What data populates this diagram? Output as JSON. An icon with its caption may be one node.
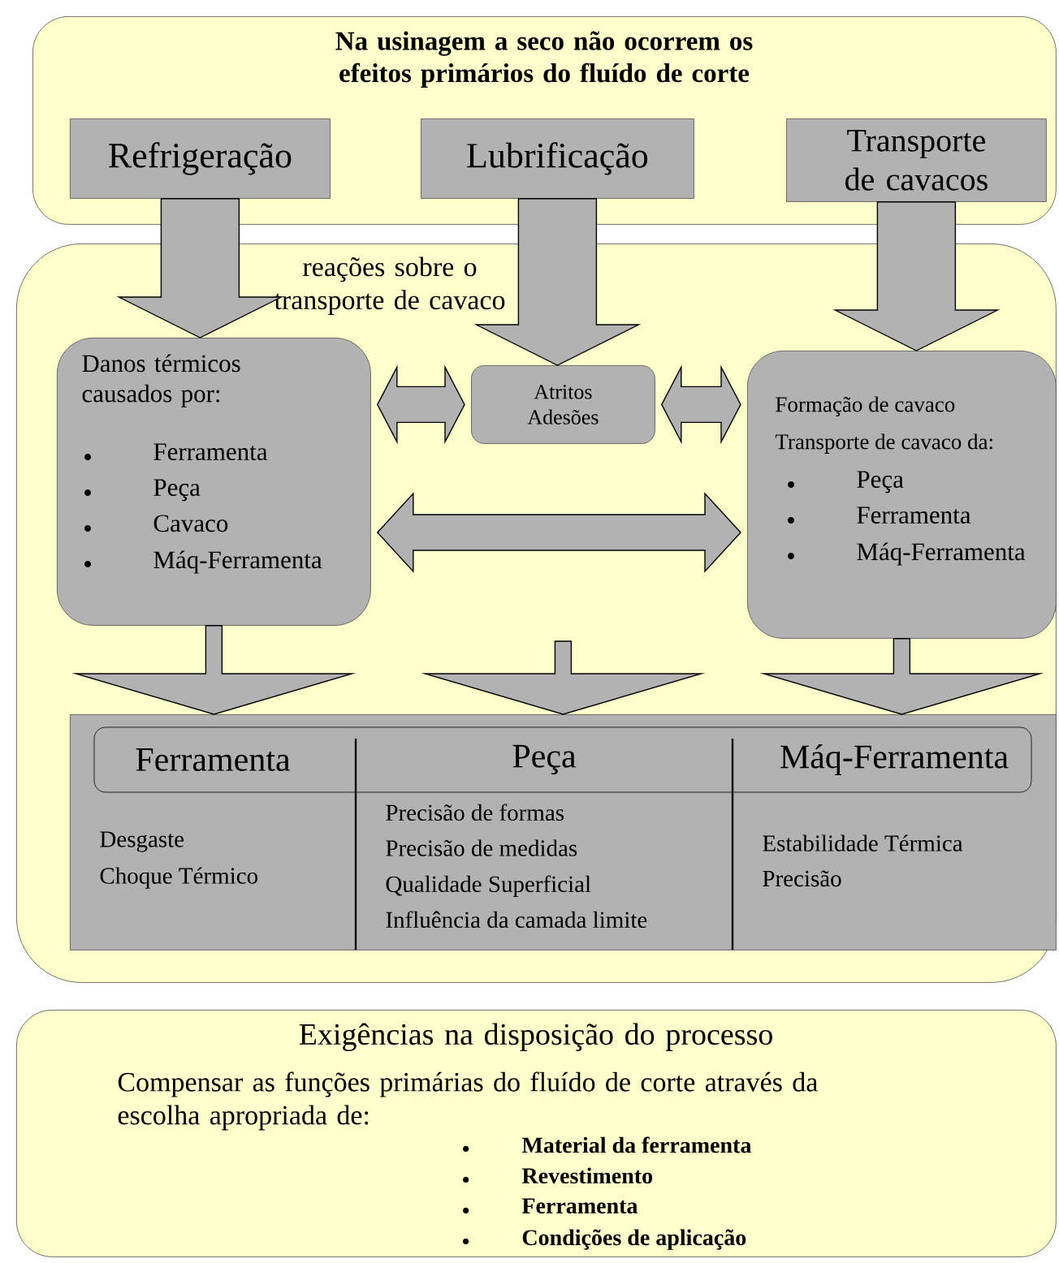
{
  "diagram": {
    "nodes": [
      {
        "text": [
          "Na usinagem a seco não ocorrem os efeitos primários do fluído de corte"
        ]
      },
      {
        "text": [
          "Refrigeração"
        ],
        "in": 0
      },
      {
        "text": [
          "Lubrificação"
        ],
        "in": 0
      },
      {
        "text": [
          "Transporte de cavacos"
        ],
        "in": 0
      },
      {
        "text": [
          "reações sobre o transporte de cavaco"
        ]
      },
      {
        "text": [
          "Danos térmicos causados por:",
          "Ferramenta",
          "Peça",
          "Cavaco",
          "Máq-Ferramenta"
        ],
        "in": 4
      },
      {
        "text": [
          "Atritos Adesões"
        ],
        "in": 4
      },
      {
        "text": [
          "Formação de cavaco",
          "Transporte de cavaco da:",
          "Peça",
          "Ferramenta",
          "Máq-Ferramenta"
        ],
        "in": 4
      },
      {
        "text": [
          "Ferramenta",
          "Peça",
          "Máq-Ferramenta",
          "Desgaste",
          "Choque Térmico",
          "Precisão de formas",
          "Precisão de medidas",
          "Qualidade Superficial",
          "Influência da camada limite",
          "Estabilidade Térmica",
          "Precisão"
        ],
        "in": 4
      },
      {
        "text": [
          "Exigências na disposição do processo",
          "Compensar as funções primárias do fluído de corte através da escolha apropriada de:",
          "Material da ferramenta",
          "Revestimento",
          "Ferramenta",
          "Condições de aplicação"
        ]
      }
    ],
    "edges": [
      {
        "from": 1,
        "to": 5,
        "arrow": "to",
        "style": "thick"
      },
      {
        "from": 2,
        "to": 6,
        "arrow": "to",
        "style": "thick"
      },
      {
        "from": 3,
        "to": 7,
        "arrow": "to",
        "style": "thick"
      },
      {
        "from": 5,
        "to": 6,
        "arrow": "both",
        "style": "thick"
      },
      {
        "from": 6,
        "to": 7,
        "arrow": "both",
        "style": "thick"
      },
      {
        "from": 5,
        "to": 7,
        "arrow": "both",
        "style": "thick"
      },
      {
        "from": 5,
        "to": 8,
        "arrow": "to"
      },
      {
        "from": null,
        "to": 8,
        "arrow": "to"
      },
      {
        "from": 7,
        "to": 8,
        "arrow": "to"
      }
    ]
  }
}
